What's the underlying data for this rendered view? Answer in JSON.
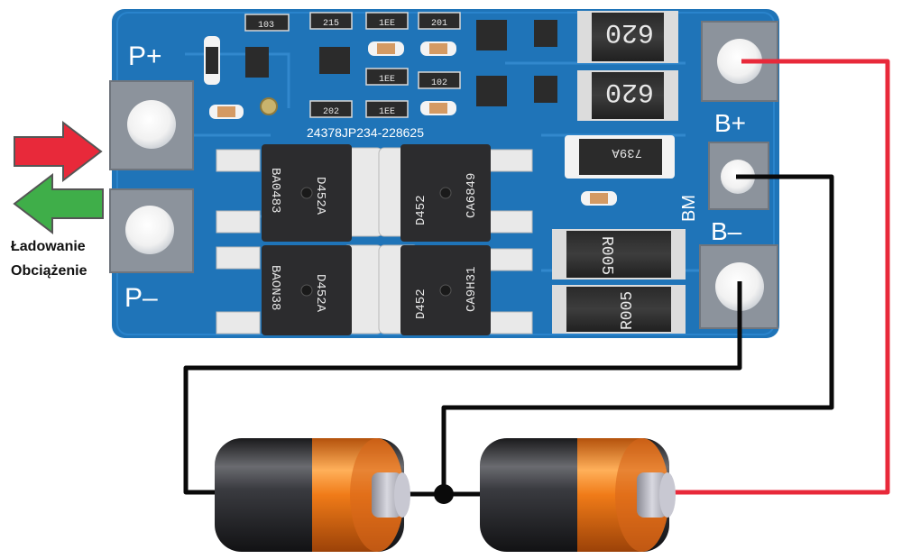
{
  "board": {
    "labels": {
      "p_plus": "P+",
      "p_minus": "P–",
      "b_plus": "B+",
      "b_minus": "B–",
      "bm": "BM",
      "serial": "24378JP234-228625"
    },
    "small_marks": {
      "u1": "103",
      "u2": "215",
      "u3": "1EE",
      "u4": "201",
      "u5": "1EE",
      "u6": "102",
      "u7": "202",
      "u8": "1EE"
    },
    "resistors": {
      "r_top": "620",
      "r_mid": "620",
      "r_diode": "739A",
      "r_sense_top": "R005",
      "r_sense_bottom": "R005"
    },
    "mosfets": [
      {
        "model": "D452A",
        "code": "BA0483"
      },
      {
        "model": "D452",
        "code": "CA6849"
      },
      {
        "model": "D452A",
        "code": "BAON38"
      },
      {
        "model": "D452",
        "code": "CA9H31"
      }
    ]
  },
  "legend": {
    "charging": "Ładowanie",
    "load": "Obciążenie"
  },
  "colors": {
    "pcb": "#1f74b8",
    "pad": "#8c939c",
    "wire_positive": "#e8293a",
    "wire_negative": "#0a0a0a",
    "arrow_charge": "#e8293a",
    "arrow_load": "#3fae49",
    "battery_body": "#2e2f33",
    "battery_cap": "#f07b18"
  }
}
